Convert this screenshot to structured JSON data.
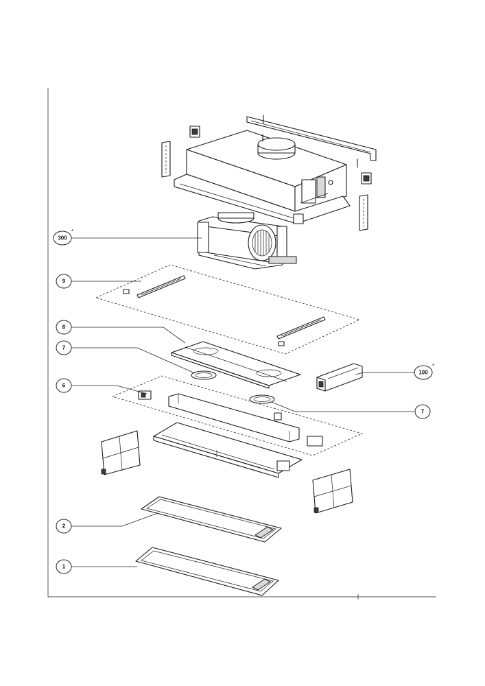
{
  "callouts": [
    {
      "id": "c300",
      "label": "300",
      "star": "*"
    },
    {
      "id": "c9",
      "label": "9",
      "star": ""
    },
    {
      "id": "c8",
      "label": "8",
      "star": ""
    },
    {
      "id": "c7a",
      "label": "7",
      "star": ""
    },
    {
      "id": "c6",
      "label": "6",
      "star": ""
    },
    {
      "id": "c100",
      "label": "100",
      "star": "*"
    },
    {
      "id": "c7b",
      "label": "7",
      "star": ""
    },
    {
      "id": "c2",
      "label": "2",
      "star": ""
    },
    {
      "id": "c1",
      "label": "1",
      "star": ""
    }
  ]
}
